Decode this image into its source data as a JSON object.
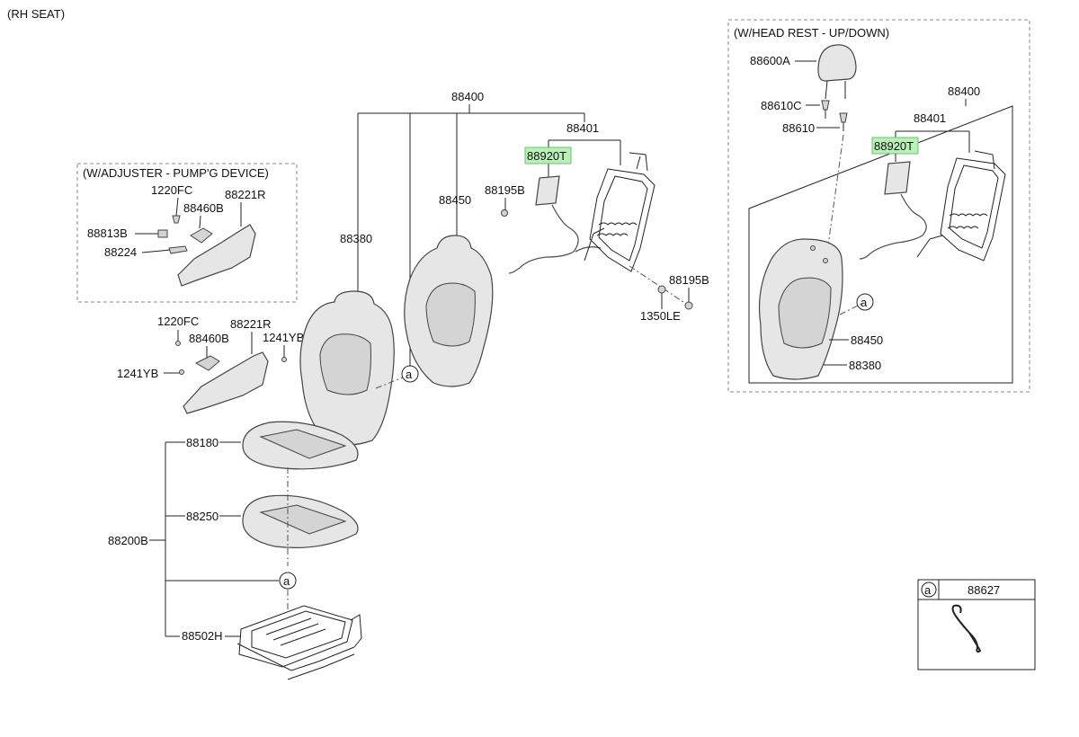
{
  "title": "(RH SEAT)",
  "boxes": {
    "adjuster": "(W/ADJUSTER - PUMP'G DEVICE)",
    "headrest": "(W/HEAD REST - UP/DOWN)"
  },
  "labels": {
    "p88400_main": "88400",
    "p88401_main": "88401",
    "p88920T_main": "88920T",
    "p88195B_a": "88195B",
    "p88450_main": "88450",
    "p88380_main": "88380",
    "p88195B_b": "88195B",
    "p1350LE": "1350LE",
    "p1220FC_box": "1220FC",
    "p88221R_box": "88221R",
    "p88460B_box": "88460B",
    "p88813B": "88813B",
    "p88224": "88224",
    "p1220FC": "1220FC",
    "p88221R": "88221R",
    "p88460B": "88460B",
    "p1241YB_r": "1241YB",
    "p1241YB_l": "1241YB",
    "p88180": "88180",
    "p88250": "88250",
    "p88200B": "88200B",
    "p88502H": "88502H",
    "p88600A": "88600A",
    "p88610C": "88610C",
    "p88610": "88610",
    "p88400_hr": "88400",
    "p88401_hr": "88401",
    "p88920T_hr": "88920T",
    "p88450_hr": "88450",
    "p88380_hr": "88380"
  },
  "markers": {
    "a": "a"
  },
  "legend": {
    "key": "a",
    "part": "88627"
  },
  "highlight_color": "#b8f0b8"
}
